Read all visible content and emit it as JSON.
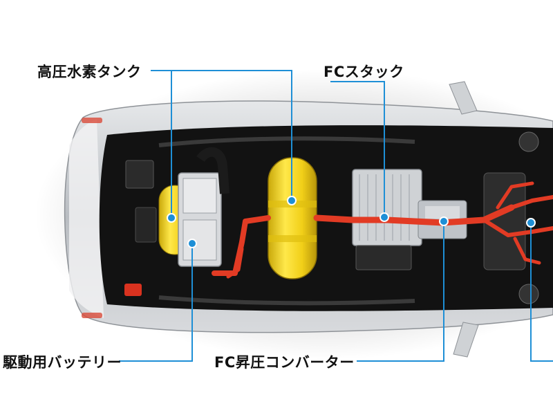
{
  "labels": {
    "hydrogen_tank": "高圧水素タンク",
    "fc_stack": "FCスタック",
    "drive_battery": "駆動用バッテリー",
    "fc_boost_converter": "FC昇圧コンバーター"
  },
  "colors": {
    "leader_line": "#1e8fd6",
    "tank_yellow": "#f3d21a",
    "piping_red": "#e23b24",
    "body_silver": "#c9ccd0",
    "cabin_dark": "#121212"
  }
}
